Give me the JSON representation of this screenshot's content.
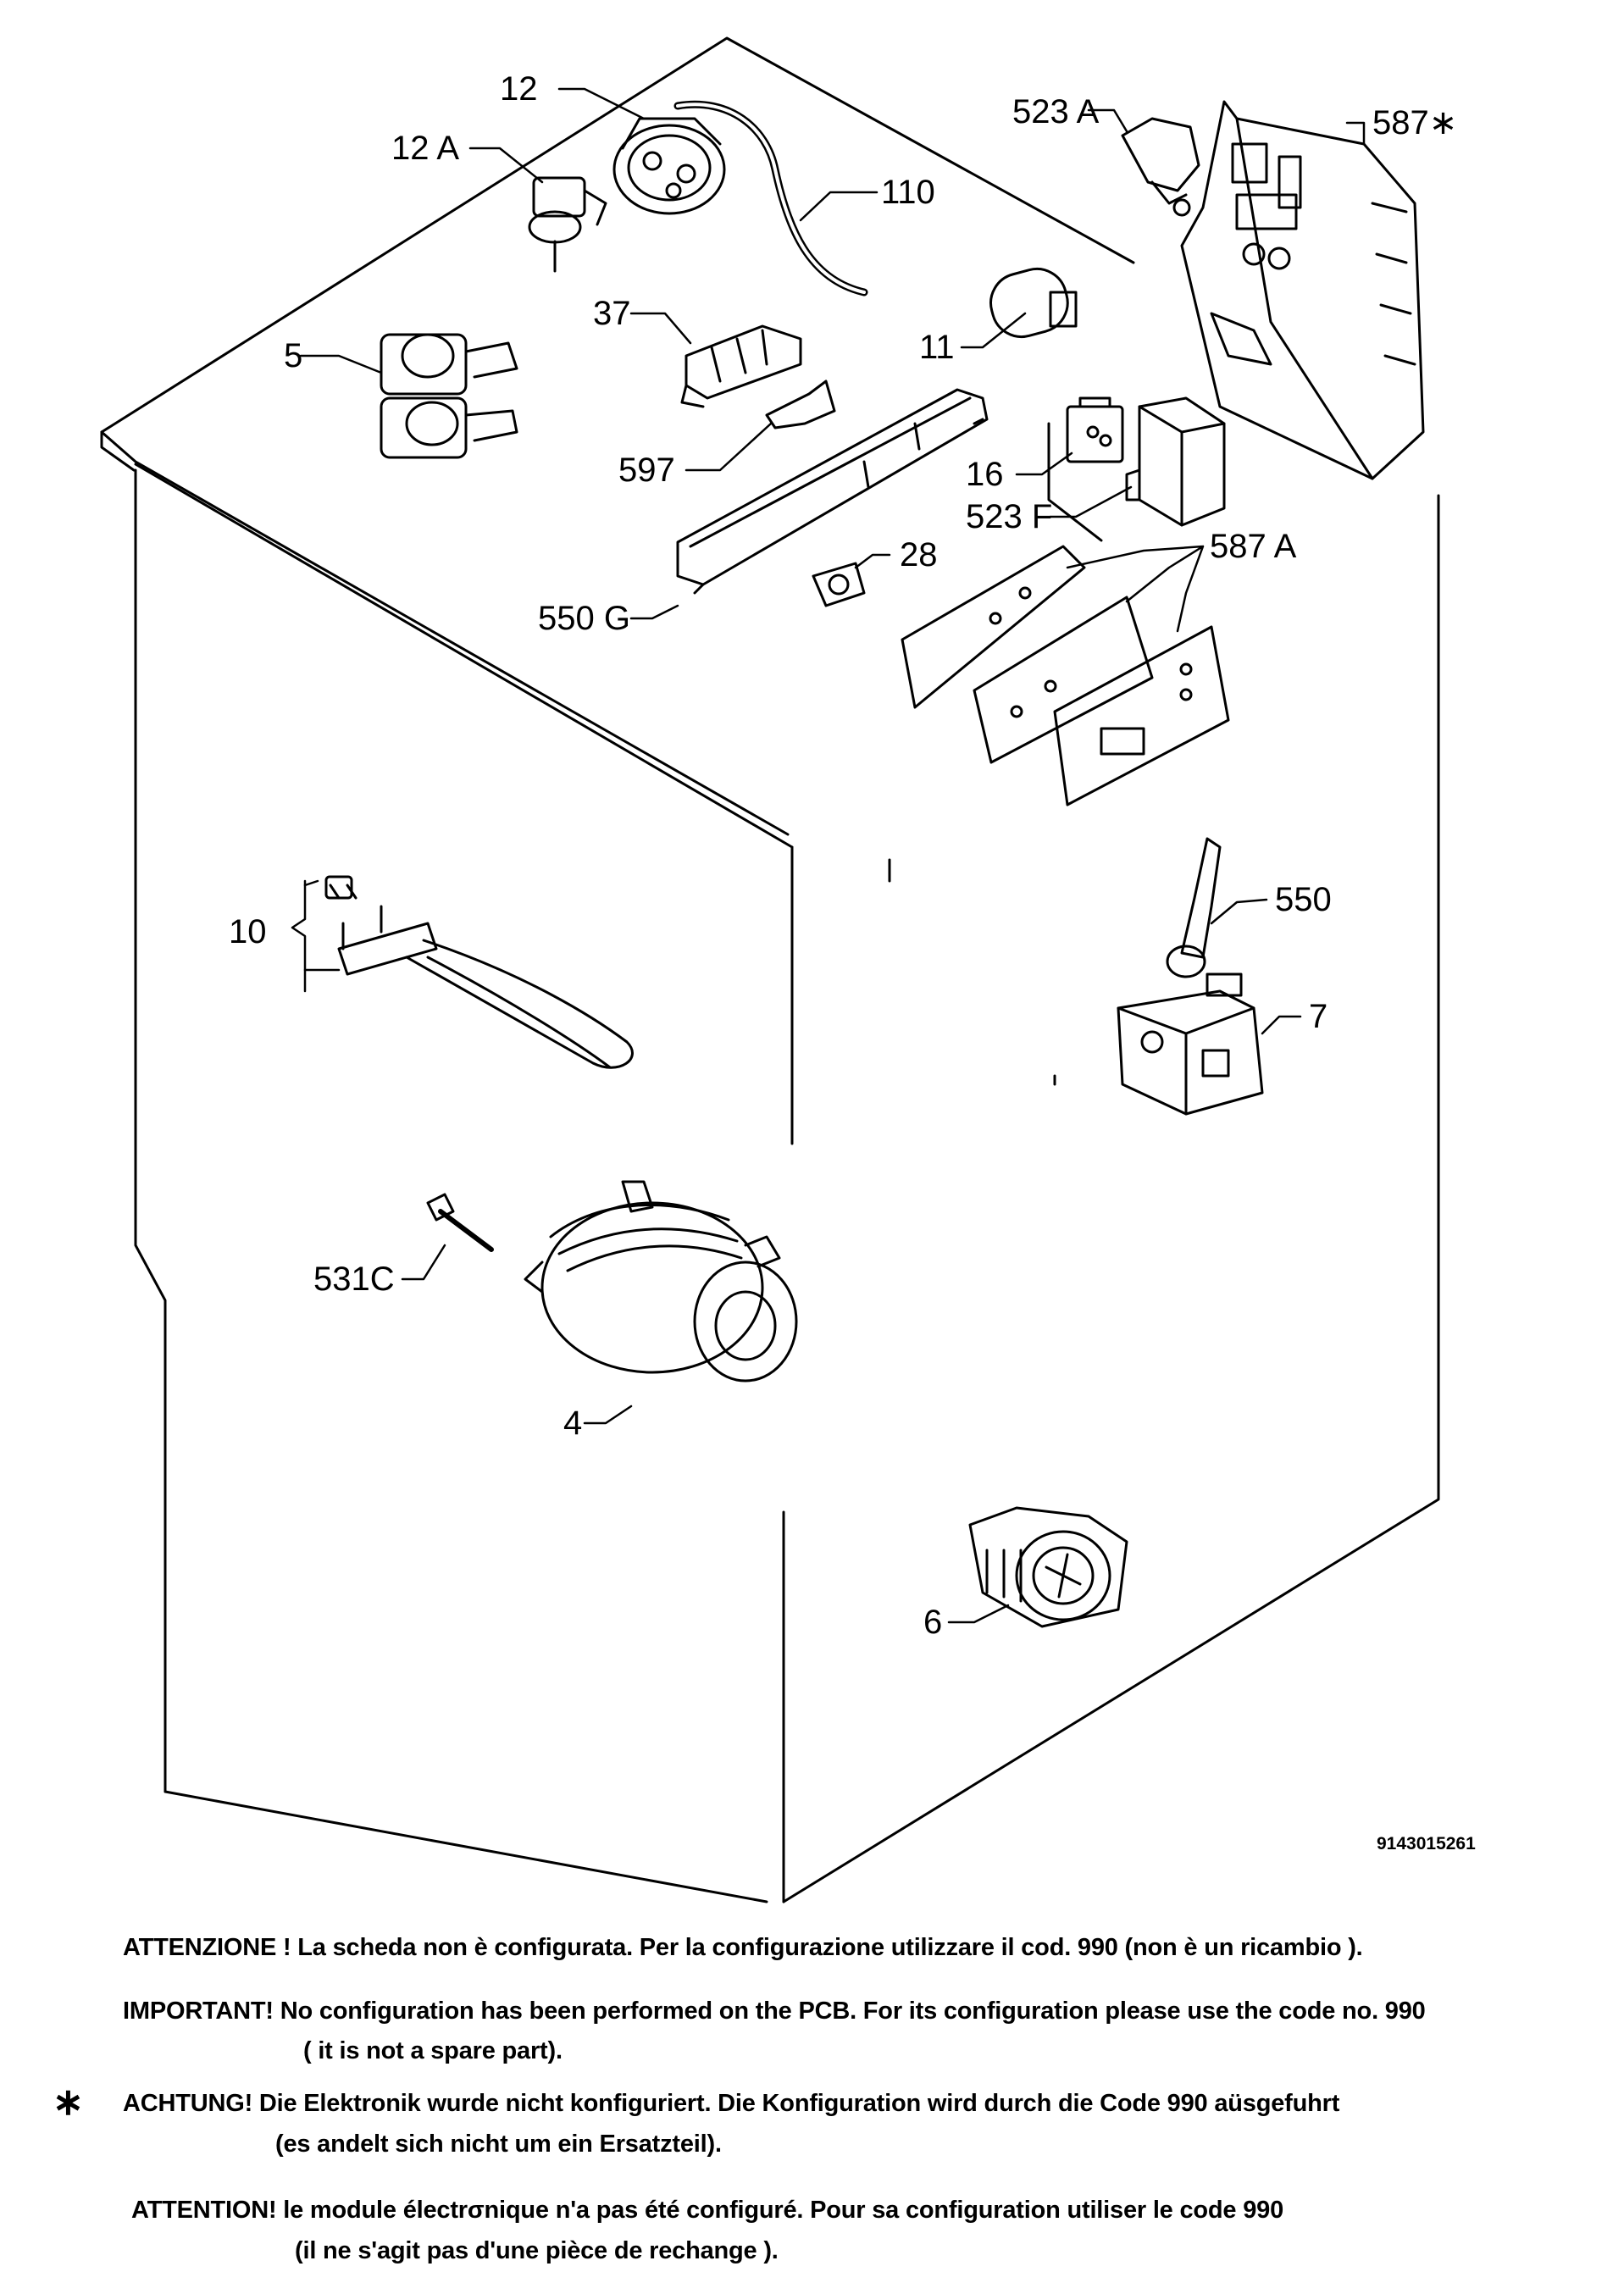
{
  "callouts": {
    "c12": "12",
    "c12a": "12 A",
    "c110": "110",
    "c5": "5",
    "c37": "37",
    "c11": "11",
    "c597": "597",
    "c523a": "523 A",
    "c587star": "587∗",
    "c16": "16",
    "c523f": "523 F",
    "c28": "28",
    "c587a": "587 A",
    "c550g": "550 G",
    "c10": "10",
    "c550": "550",
    "c7": "7",
    "c531c": "531C",
    "c4": "4",
    "c6": "6"
  },
  "drawing_code": "9143015261",
  "notes": {
    "italian": "ATTENZIONE ! La scheda non è  configurata. Per la configurazione utilizzare il cod. 990 (non è un ricambio ).",
    "english_1": "IMPORTANT! No configuration has been performed on the PCB. For its configuration please use the code no. 990",
    "english_2": "( it is not a spare part).",
    "asterisk": "∗",
    "german_1": "ACHTUNG! Die Elektronik wurde nicht konfiguriert. Die Konfiguration wird durch die Code 990 aüsgefuhrt",
    "german_2": "(es andelt sich nicht um ein Ersatzteil).",
    "french_1": "ATTENTION! le module électrσnique n'a pas été configuré. Pour  sa configuration utiliser le code 990",
    "french_2": "(il ne s'agit pas d'une pièce de rechange )."
  }
}
